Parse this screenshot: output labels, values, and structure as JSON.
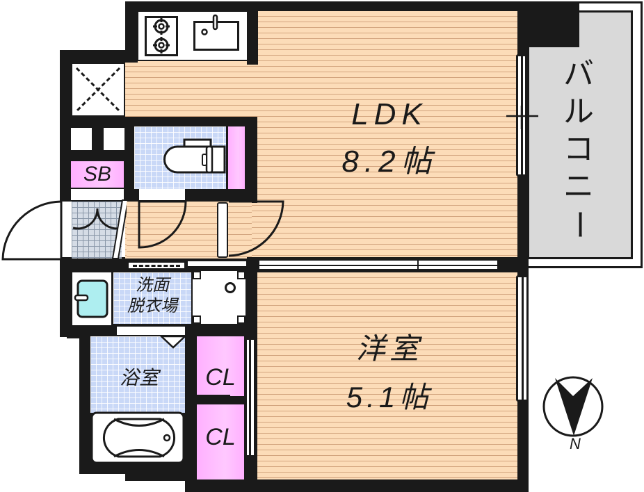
{
  "floorplan": {
    "rooms": {
      "ldk": {
        "name": "LDK",
        "size": "8.2帖"
      },
      "western_room": {
        "name": "洋室",
        "size": "5.1帖"
      },
      "balcony": {
        "name": "バルコニー",
        "chars": [
          "バ",
          "ル",
          "コ",
          "ニ",
          "ー"
        ]
      },
      "washroom": {
        "line1": "洗面",
        "line2": "脱衣場"
      },
      "bathroom": {
        "name": "浴室"
      },
      "closet_upper": {
        "name": "CL"
      },
      "closet_lower": {
        "name": "CL"
      },
      "shoe_box": {
        "name": "SB"
      }
    },
    "compass": {
      "label": "N"
    },
    "colors": {
      "floor": "#fcdcb8",
      "floor_line": "#d2a47e",
      "wall": "#1a1a1a",
      "tile_blue": "#c9d8f7",
      "closet_pink": "#ffb8ff",
      "balcony_gray": "#d9d9d9",
      "sink_cyan": "#aeeef0"
    }
  }
}
